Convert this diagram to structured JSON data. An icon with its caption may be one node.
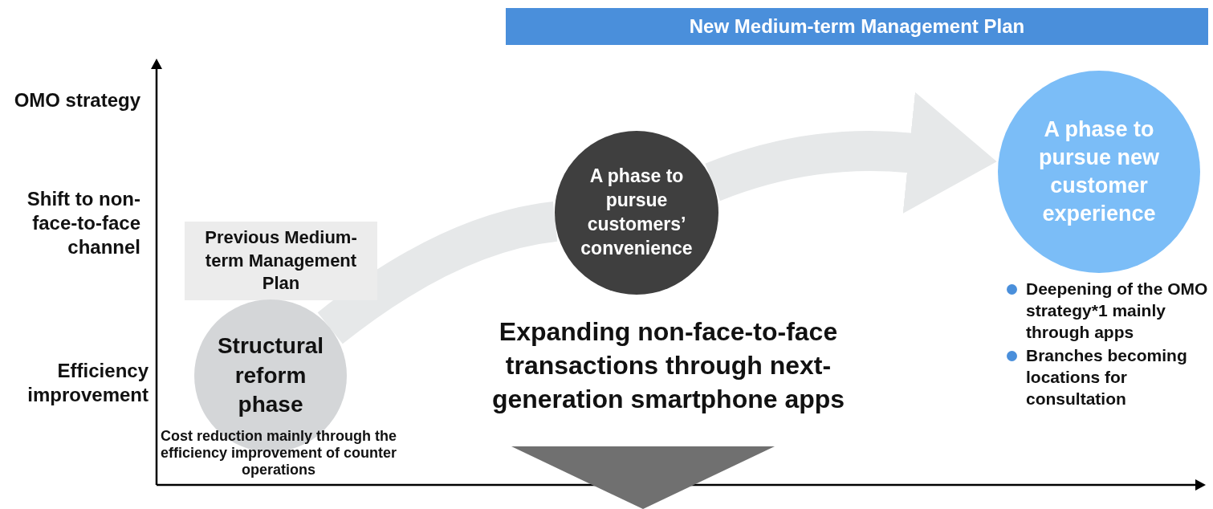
{
  "diagram": {
    "nodes": [
      {
        "text": [
          "New Medium-term Management Plan"
        ]
      },
      {
        "text": [
          "Previous Medium-term Management Plan"
        ]
      },
      {
        "text": [
          "Structural reform phase"
        ],
        "beside": [
          "Cost reduction mainly through the efficiency improvement of counter operations"
        ]
      },
      {
        "text": [
          "A phase to pursue customers’ convenience"
        ]
      },
      {
        "text": [
          "A phase to pursue new customer experience"
        ],
        "beside": [
          "Deepening of the OMO strategy*1 mainly through apps",
          "Branches becoming locations for consultation"
        ]
      },
      {
        "text": [],
        "shape": "triangle"
      }
    ],
    "edges": [
      {
        "from": 2,
        "to": 3,
        "arrow": "none"
      },
      {
        "from": 3,
        "to": 4,
        "arrow": "to"
      }
    ],
    "labels": [
      "OMO strategy",
      "Shift to non-face-to-face channel",
      "Efficiency improvement",
      "Expanding non-face-to-face transactions through next-generation smartphone apps"
    ]
  }
}
